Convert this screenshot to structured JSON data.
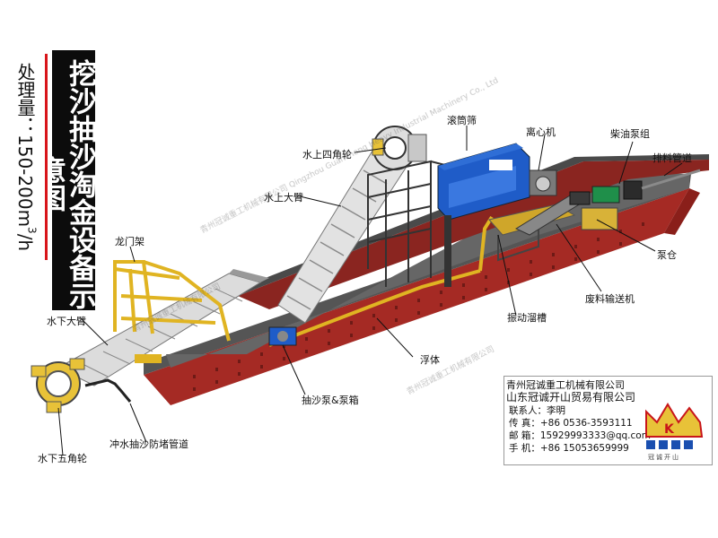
{
  "title": "挖沙抽沙淘金设备示意图",
  "capacity": {
    "label": "处理量：",
    "range": "150-200m",
    "unit_sup": "3",
    "unit_tail": "/h"
  },
  "labels": {
    "trommel": "滚筒筛",
    "centrifuge": "离心机",
    "diesel_pump": "柴油泵组",
    "discharge_pipe": "排料管道",
    "upper_wheel": "水上四角轮",
    "upper_arm": "水上大臂",
    "gantry": "龙门架",
    "pump_bin": "泵仓",
    "waste_conveyor": "废料输送机",
    "vibrating_chute": "振动溜槽",
    "lower_arm": "水下大臂",
    "float": "浮体",
    "sand_pump": "抽沙泵&泵箱",
    "flushing_pipe": "冲水抽沙防堵管道",
    "lower_wheel": "水下五角轮"
  },
  "contact": {
    "company1": "青州冠诚重工机械有限公司",
    "company2": "山东冠诚开山贸易有限公司",
    "person_label": "联系人：李明",
    "fax_label": "传    真：",
    "fax": "+86 0536-3593111",
    "email_label": "邮    箱：",
    "email": "15929993333@qq.com",
    "mobile_label": "手    机：",
    "mobile": "+86 15053659999",
    "logo_caption": "冠诚开山"
  },
  "watermark": "青州冠诚重工机械有限公司 Qingzhou Guancheng Heavy Industrial Machinery Co., Ltd",
  "colors": {
    "hull": "#a52a24",
    "deck": "#565656",
    "ladder": "#e0e0e0",
    "gantry": "#e8c238",
    "trommel": "#1f5cc8",
    "pipe": "#e0b422",
    "title_bg": "#0c0c0c",
    "title_line": "#d8151a"
  }
}
